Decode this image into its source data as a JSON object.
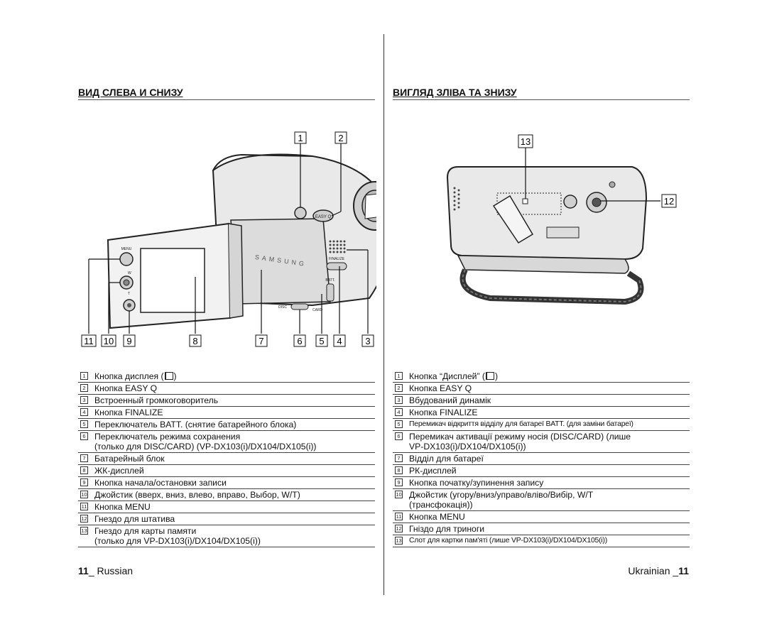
{
  "left": {
    "title": "ВИД СЛЕВА И СНИЗУ",
    "legend": [
      {
        "n": "1",
        "text": "Кнопка дисплея (",
        "suffix": ")",
        "icon": "display-icon"
      },
      {
        "n": "2",
        "text": "Кнопка EASY Q"
      },
      {
        "n": "3",
        "text": "Встроенный громкоговоритель"
      },
      {
        "n": "4",
        "text": "Кнопка FINALIZE"
      },
      {
        "n": "5",
        "text": "Переключатель BATT. (снятие батарейного блока)"
      },
      {
        "n": "6",
        "text": "Переключатель режима сохранения\n(только для DISC/CARD) (VP-DX103(i)/DX104/DX105(i))"
      },
      {
        "n": "7",
        "text": "Батарейный блок"
      },
      {
        "n": "8",
        "text": "ЖК-дисплей"
      },
      {
        "n": "9",
        "text": "Кнопка начала/остановки записи"
      },
      {
        "n": "10",
        "text": "Джойстик (вверх, вниз, влево, вправо, Выбор, W/T)"
      },
      {
        "n": "11",
        "text": "Кнопка MENU"
      },
      {
        "n": "12",
        "text": "Гнездо для штатива"
      },
      {
        "n": "13",
        "text": "Гнездо для карты памяти\n(только для VP-DX103(i)/DX104/DX105(i))"
      }
    ],
    "footer_page": "11",
    "footer_lang": "Russian"
  },
  "right": {
    "title": "ВИГЛЯД ЗЛІВА ТА ЗНИЗУ",
    "legend": [
      {
        "n": "1",
        "text": "Кнопка “Дисплей” (",
        "suffix": ")",
        "icon": "display-icon"
      },
      {
        "n": "2",
        "text": "Кнопка EASY Q"
      },
      {
        "n": "3",
        "text": "Вбудований динамік"
      },
      {
        "n": "4",
        "text": "Кнопка FINALIZE"
      },
      {
        "n": "5",
        "text": "Перемикач відкриття відділу для батареї BATT. (для заміни батареї)",
        "tight": true
      },
      {
        "n": "6",
        "text": "Перемикач активації режиму носія (DISC/CARD) (лише\nVP-DX103(i)/DX104/DX105(i))"
      },
      {
        "n": "7",
        "text": "Відділ для батареї"
      },
      {
        "n": "8",
        "text": "РК-дисплей"
      },
      {
        "n": "9",
        "text": "Кнопка початку/зупинення запису"
      },
      {
        "n": "10",
        "text": "Джойстик (угору/вниз/управо/вліво/Вибір, W/T\n(трансфокація))"
      },
      {
        "n": "11",
        "text": "Кнопка MENU"
      },
      {
        "n": "12",
        "text": "Гніздо для триноги"
      },
      {
        "n": "13",
        "text": "Слот для картки пам'яті (лише VP-DX103(i)/DX104/DX105(i))",
        "tight": true
      }
    ],
    "footer_page": "11",
    "footer_lang": "Ukrainian"
  },
  "figure_left": {
    "callouts_top": [
      "1",
      "2"
    ],
    "callouts_bottom": [
      "11",
      "10",
      "9",
      "8",
      "7",
      "6",
      "5",
      "4",
      "3"
    ],
    "brand": "SAMSUNG",
    "labels": {
      "menu": "MENU",
      "easy": "EASY Q",
      "finalize": "FINALIZE",
      "batt": "BATT.",
      "disc": "DISC",
      "card": "CARD",
      "w": "W",
      "t": "T"
    }
  },
  "figure_right": {
    "callouts": [
      "13",
      "12"
    ]
  }
}
